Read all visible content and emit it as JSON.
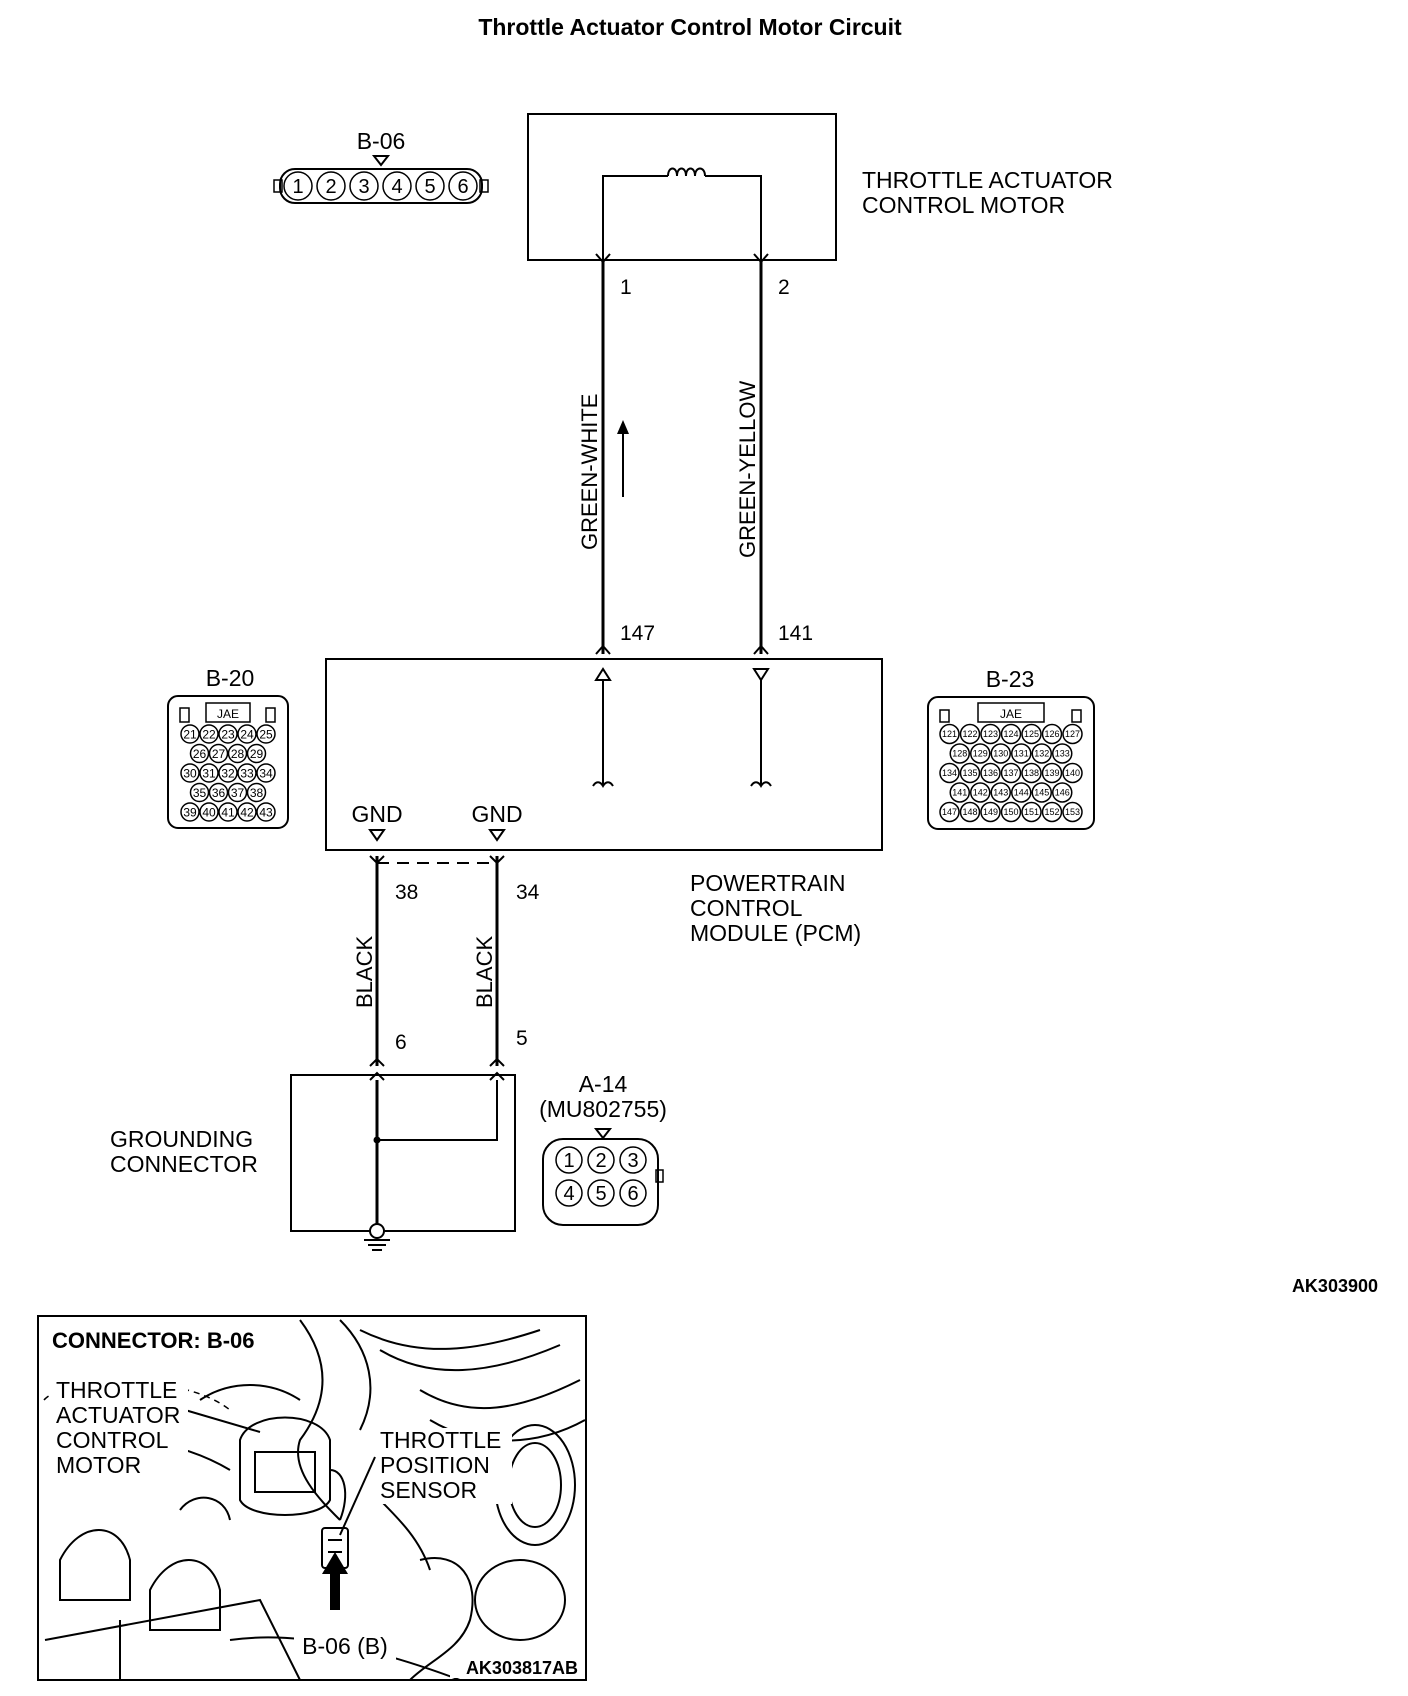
{
  "title": "Throttle Actuator Control Motor Circuit",
  "motor": {
    "label_line1": "THROTTLE ACTUATOR",
    "label_line2": "CONTROL MOTOR",
    "pin_left": "1",
    "pin_right": "2"
  },
  "wires": {
    "left_color": "GREEN-WHITE",
    "right_color": "GREEN-YELLOW",
    "ground_left_color": "BLACK",
    "ground_right_color": "BLACK"
  },
  "pcm": {
    "pin_147": "147",
    "pin_141": "141",
    "gnd_left_label": "GND",
    "gnd_right_label": "GND",
    "pin_38": "38",
    "pin_34": "34",
    "label_line1": "POWERTRAIN",
    "label_line2": "CONTROL",
    "label_line3": "MODULE (PCM)"
  },
  "grounding": {
    "label_line1": "GROUNDING",
    "label_line2": "CONNECTOR",
    "pin_6": "6",
    "pin_5": "5"
  },
  "connectors": {
    "b06": {
      "name": "B-06",
      "pins": [
        "1",
        "2",
        "3",
        "4",
        "5",
        "6"
      ]
    },
    "b20": {
      "name": "B-20",
      "tag": "JAE",
      "rows": [
        [
          "21",
          "22",
          "23",
          "24",
          "25"
        ],
        [
          "26",
          "27",
          "28",
          "29"
        ],
        [
          "30",
          "31",
          "32",
          "33",
          "34"
        ],
        [
          "35",
          "36",
          "37",
          "38"
        ],
        [
          "39",
          "40",
          "41",
          "42",
          "43"
        ]
      ]
    },
    "b23": {
      "name": "B-23",
      "tag": "JAE",
      "rows": [
        [
          "121",
          "122",
          "123",
          "124",
          "125",
          "126",
          "127"
        ],
        [
          "128",
          "129",
          "130",
          "131",
          "132",
          "133"
        ],
        [
          "134",
          "135",
          "136",
          "137",
          "138",
          "139",
          "140"
        ],
        [
          "141",
          "142",
          "143",
          "144",
          "145",
          "146"
        ],
        [
          "147",
          "148",
          "149",
          "150",
          "151",
          "152",
          "153"
        ]
      ]
    },
    "a14": {
      "name": "A-14",
      "part": "(MU802755)",
      "rows": [
        [
          "1",
          "2",
          "3"
        ],
        [
          "4",
          "5",
          "6"
        ]
      ]
    }
  },
  "diagram_code": "AK303900",
  "photo": {
    "title": "CONNECTOR: B-06",
    "label_actuator_1": "THROTTLE",
    "label_actuator_2": "ACTUATOR",
    "label_actuator_3": "CONTROL",
    "label_actuator_4": "MOTOR",
    "label_sensor_1": "THROTTLE",
    "label_sensor_2": "POSITION",
    "label_sensor_3": "SENSOR",
    "connector_label": "B-06 (B)",
    "code": "AK303817AB"
  }
}
